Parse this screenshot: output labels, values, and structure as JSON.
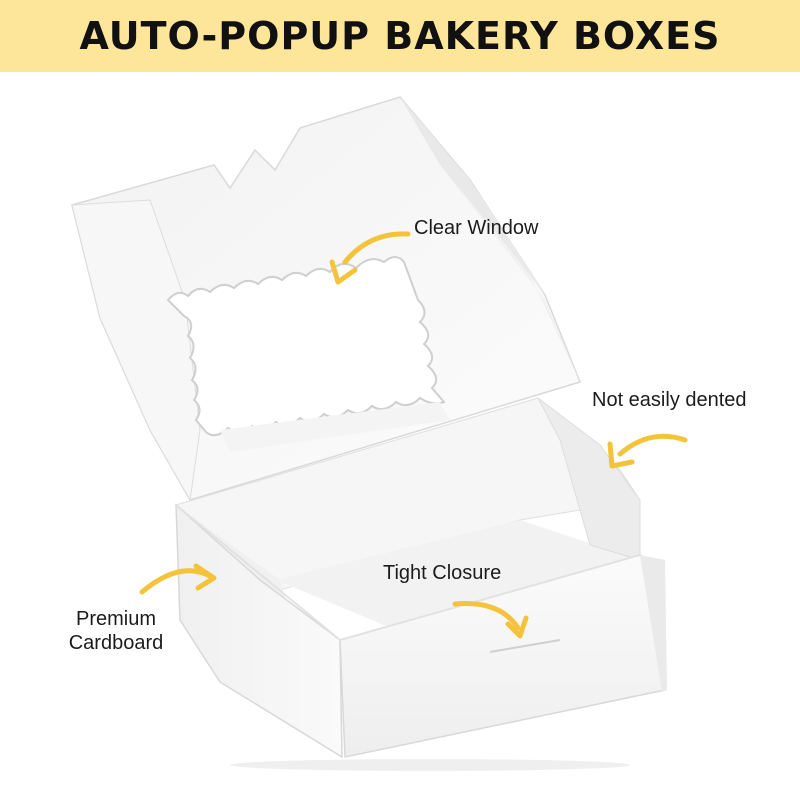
{
  "banner": {
    "title": "AUTO-POPUP BAKERY BOXES",
    "background_color": "#fde59a"
  },
  "callouts": {
    "clear_window": "Clear Window",
    "not_easily_dented": "Not easily dented",
    "tight_closure": "Tight Closure",
    "premium_line1": "Premium",
    "premium_line2": "Cardboard"
  },
  "colors": {
    "arrow": "#f5c33b",
    "box_white": "#fafafa",
    "box_shadow": "#e3e3e3"
  }
}
